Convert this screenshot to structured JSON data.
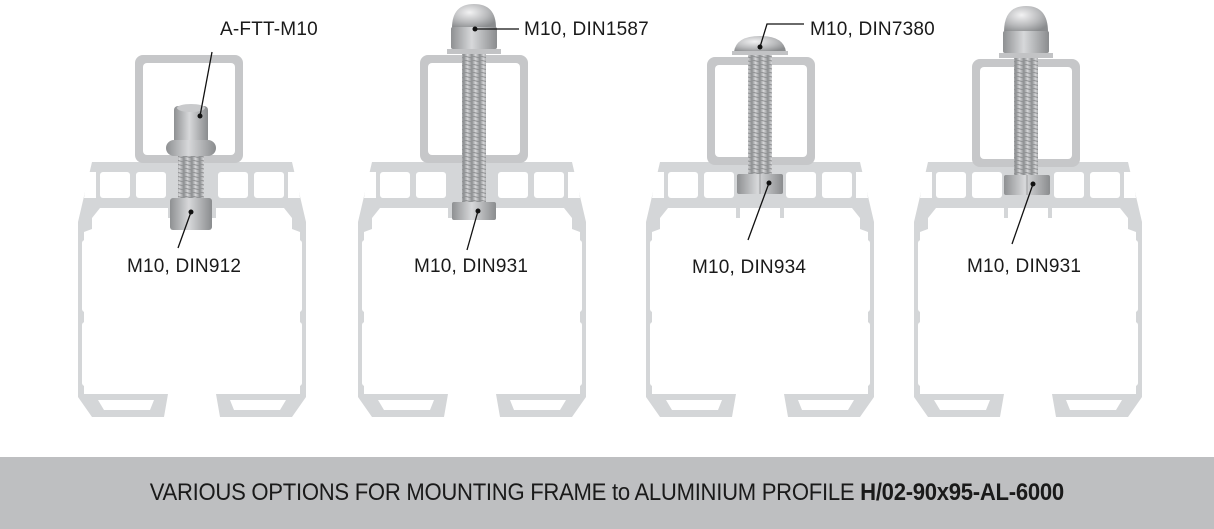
{
  "colors": {
    "profile": "#d4d6d8",
    "frame": "#c6c7c9",
    "metal": "#b3b4b6",
    "caption_bg": "#bebfc1",
    "text": "#1a1a1a"
  },
  "assemblies": [
    {
      "top_label": "A-FTT-M10",
      "bottom_label": "M10, DIN912"
    },
    {
      "top_label": "M10, DIN1587",
      "bottom_label": "M10, DIN931"
    },
    {
      "top_label": "M10, DIN7380",
      "bottom_label": "M10, DIN934"
    },
    {
      "top_label": "",
      "bottom_label": "M10, DIN931"
    }
  ],
  "caption": {
    "text": "VARIOUS OPTIONS FOR MOUNTING FRAME to ALUMINIUM PROFILE",
    "profile_code": "H/02-90x95-AL-6000"
  }
}
